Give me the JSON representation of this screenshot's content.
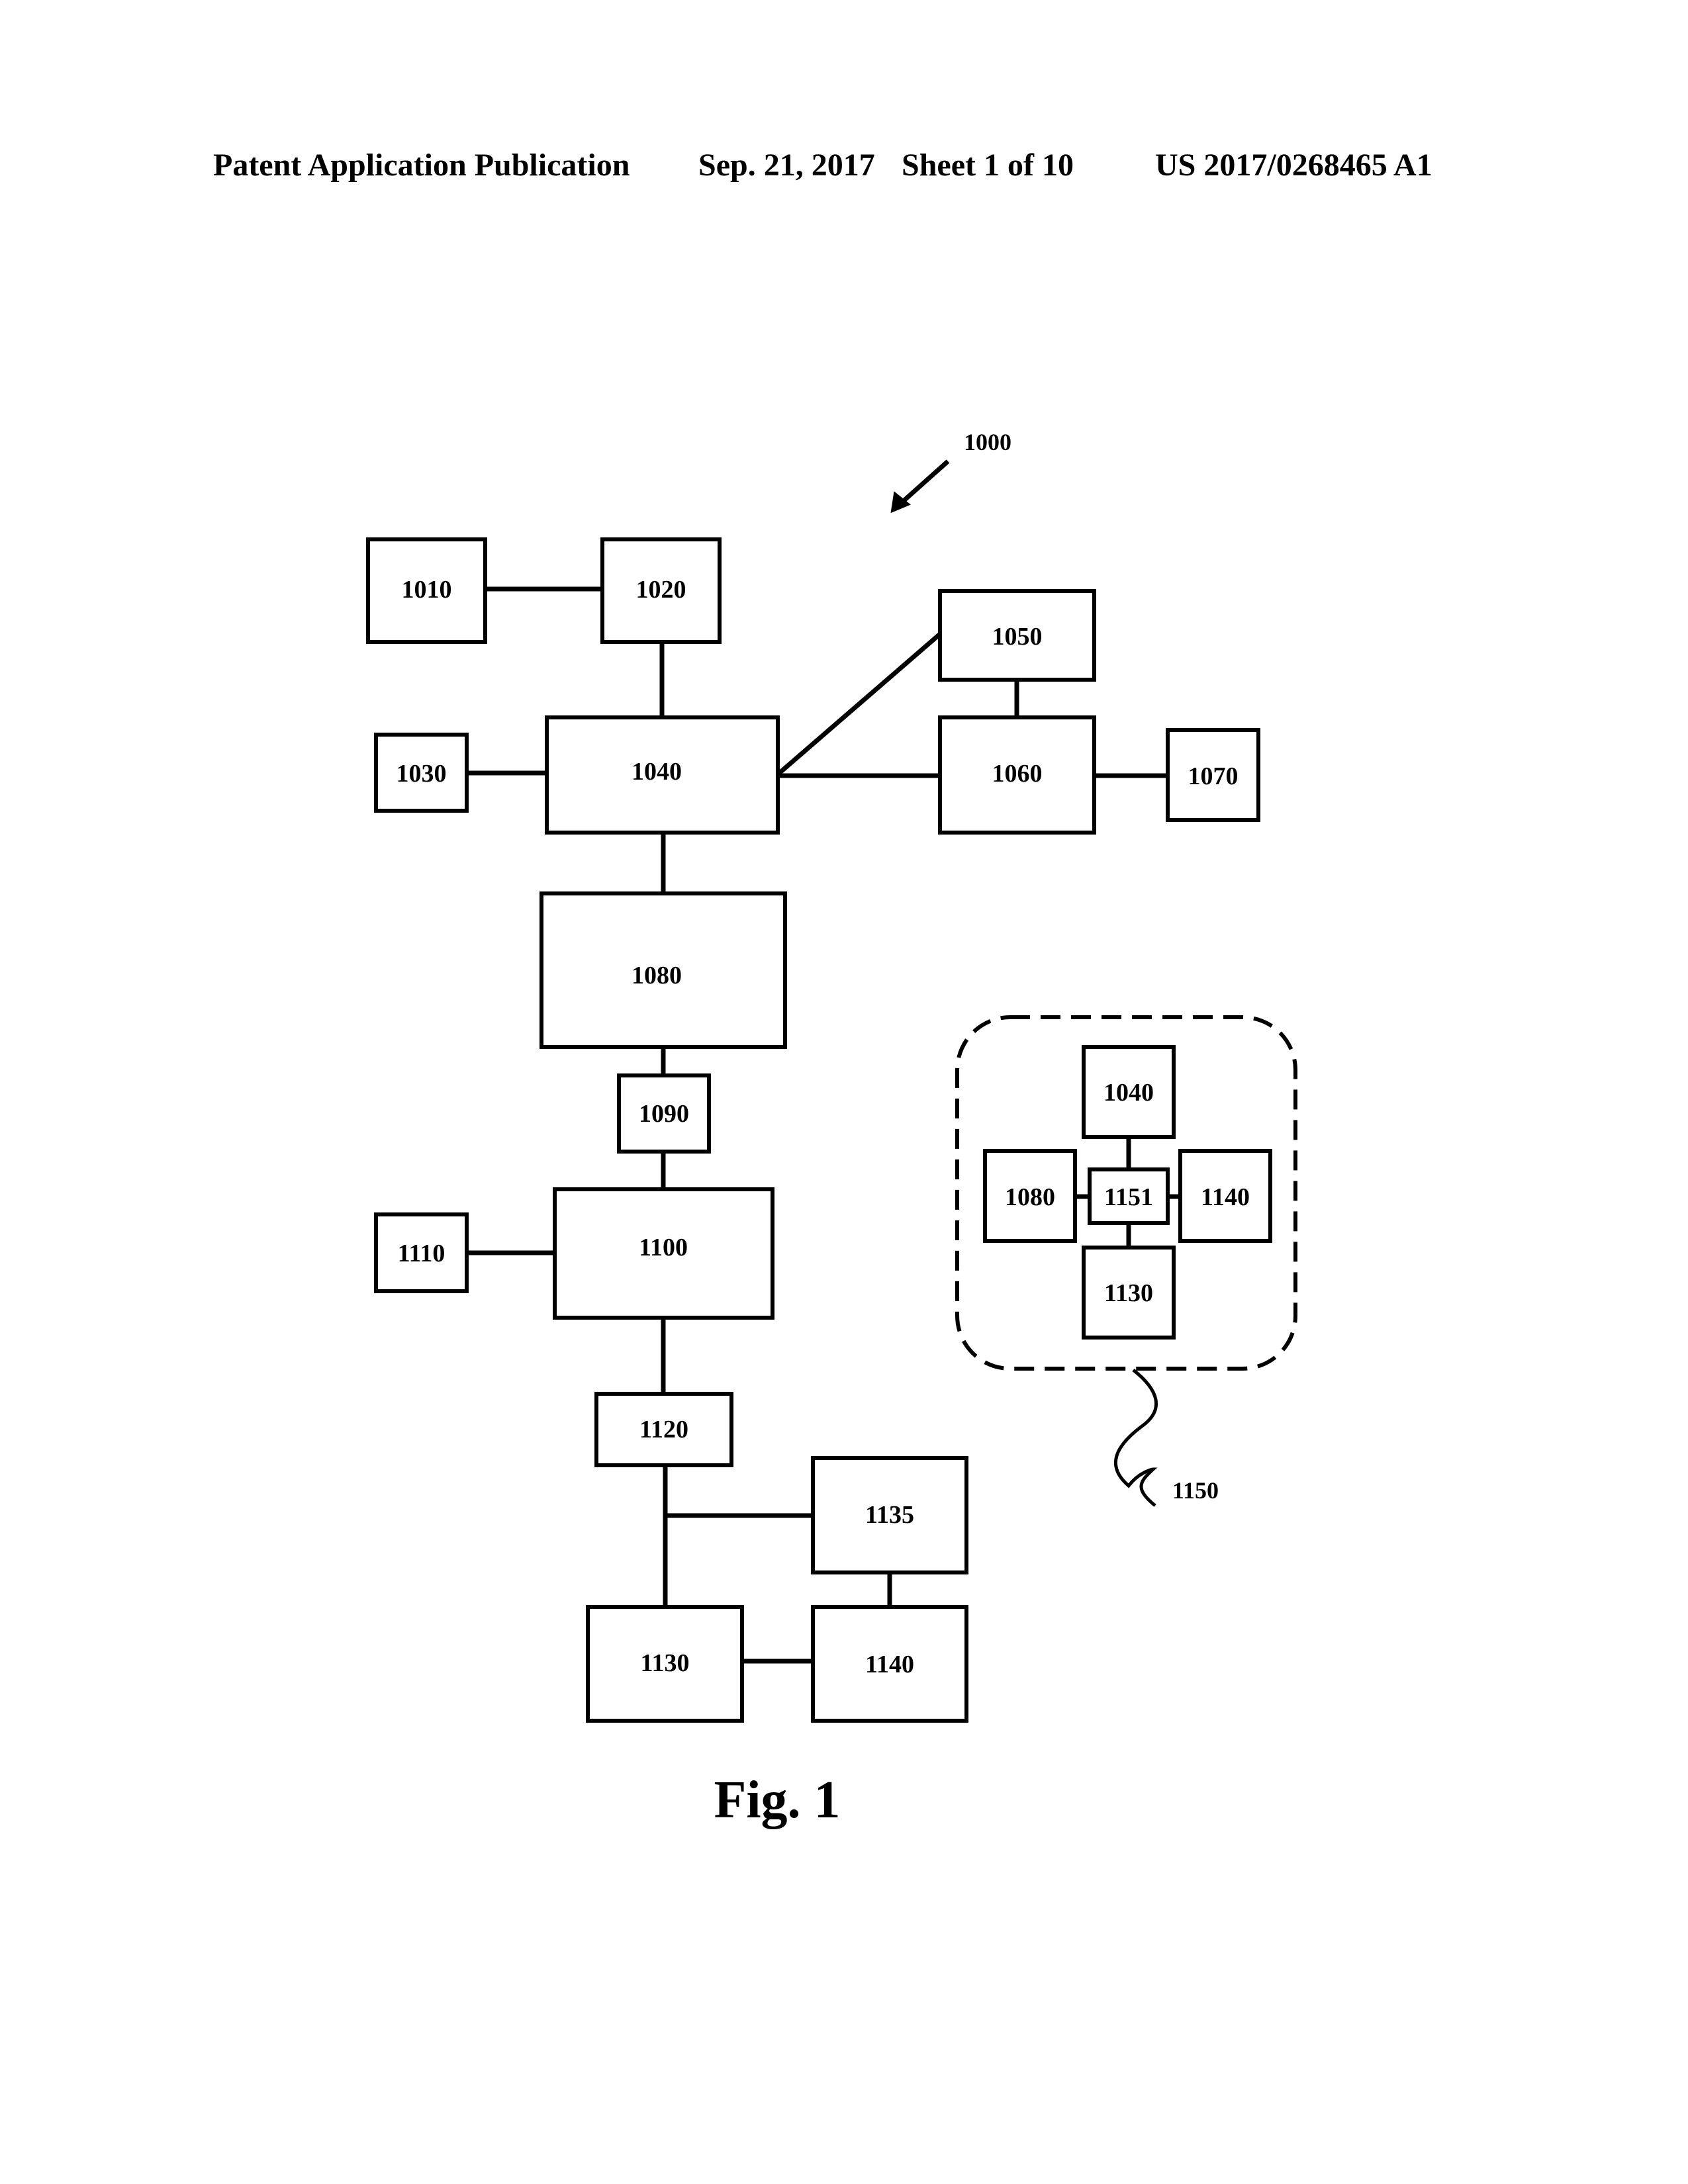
{
  "header": {
    "publication": "Patent Application Publication",
    "date": "Sep. 21, 2017",
    "sheet": "Sheet 1 of 10",
    "number": "US 2017/0268465 A1"
  },
  "diagram": {
    "ref_label": "1000",
    "boxes": {
      "b1010": "1010",
      "b1020": "1020",
      "b1030": "1030",
      "b1040": "1040",
      "b1050": "1050",
      "b1060": "1060",
      "b1070": "1070",
      "b1080": "1080",
      "b1090": "1090",
      "b1100": "1100",
      "b1110": "1110",
      "b1120": "1120",
      "b1135": "1135",
      "b1130": "1130",
      "b1140": "1140"
    },
    "inset": {
      "label": "1150",
      "center": "1151",
      "top": "1040",
      "left": "1080",
      "right": "1140",
      "bottom": "1130"
    },
    "edges": [
      [
        "1010",
        "1020"
      ],
      [
        "1020",
        "1040"
      ],
      [
        "1030",
        "1040"
      ],
      [
        "1040",
        "1050"
      ],
      [
        "1040",
        "1060"
      ],
      [
        "1050",
        "1060"
      ],
      [
        "1060",
        "1070"
      ],
      [
        "1040",
        "1080"
      ],
      [
        "1080",
        "1090"
      ],
      [
        "1090",
        "1100"
      ],
      [
        "1110",
        "1100"
      ],
      [
        "1100",
        "1120"
      ],
      [
        "1120",
        "1135"
      ],
      [
        "1120",
        "1130"
      ],
      [
        "1135",
        "1140"
      ],
      [
        "1130",
        "1140"
      ]
    ]
  },
  "figure_caption": "Fig. 1"
}
